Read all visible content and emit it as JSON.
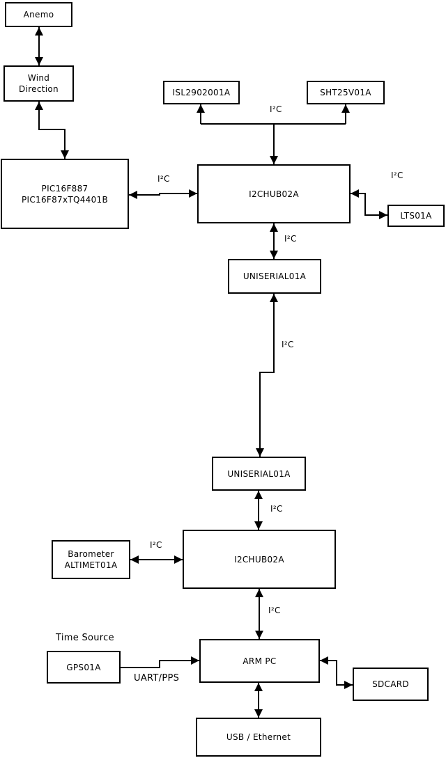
{
  "diagram": {
    "boxes": {
      "anemo": {
        "label": "Anemo"
      },
      "wind_direction": {
        "line1": "Wind",
        "line2": "Direction"
      },
      "pic": {
        "line1": "PIC16F887",
        "line2": "PIC16F87xTQ4401B"
      },
      "isl": {
        "label": "ISL2902001A"
      },
      "sht": {
        "label": "SHT25V01A"
      },
      "i2c_hub_1": {
        "label": "I2CHUB02A"
      },
      "lts": {
        "label": "LTS01A"
      },
      "uniserial_1": {
        "label": "UNISERIAL01A"
      },
      "uniserial_2": {
        "label": "UNISERIAL01A"
      },
      "i2c_hub_2": {
        "label": "I2CHUB02A"
      },
      "barometer": {
        "line1": "Barometer",
        "line2": "ALTIMET01A"
      },
      "gps": {
        "label": "GPS01A"
      },
      "arm_pc": {
        "label": "ARM PC"
      },
      "sdcard": {
        "label": "SDCARD"
      },
      "usb_ethernet": {
        "label": "USB / Ethernet"
      }
    },
    "edge_labels": {
      "i2c_isl_sht": "I²C",
      "i2c_pic_hub1": "I²C",
      "i2c_hub1_lts": "I²C",
      "i2c_hub1_uniserial1": "I²C",
      "i2c_uniserial1_uniserial2": "I²C",
      "i2c_uniserial2_hub2": "I²C",
      "i2c_barometer_hub2": "I²C",
      "i2c_hub2_armpc": "I²C",
      "time_source": "Time Source",
      "uart_pps": "UART/PPS"
    },
    "colors": {
      "line": "#000000",
      "background": "#ffffff",
      "box_fill": "#ffffff",
      "text": "#000000"
    }
  }
}
